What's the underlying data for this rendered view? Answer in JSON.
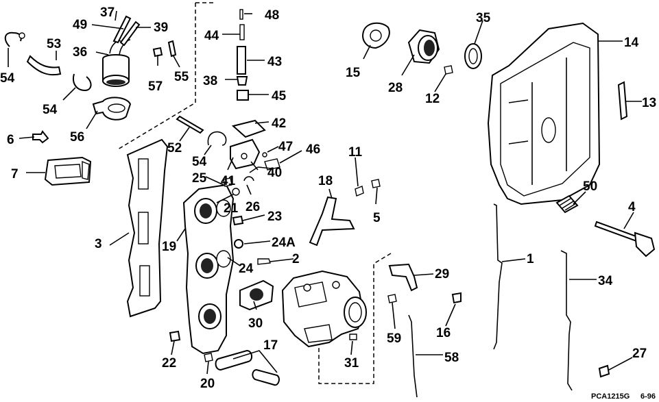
{
  "figure": {
    "code": "PCA1215G",
    "date": "6-96"
  },
  "callouts": [
    "1",
    "2",
    "3",
    "4",
    "5",
    "6",
    "7",
    "11",
    "12",
    "13",
    "14",
    "15",
    "16",
    "17",
    "18",
    "19",
    "20",
    "21",
    "22",
    "23",
    "24",
    "24A",
    "25",
    "26",
    "27",
    "28",
    "29",
    "30",
    "31",
    "34",
    "35",
    "36",
    "37",
    "38",
    "39",
    "40",
    "41",
    "42",
    "43",
    "44",
    "45",
    "46",
    "47",
    "48",
    "49",
    "50",
    "52",
    "53",
    "54",
    "54",
    "54",
    "55",
    "56",
    "57",
    "58",
    "59"
  ]
}
